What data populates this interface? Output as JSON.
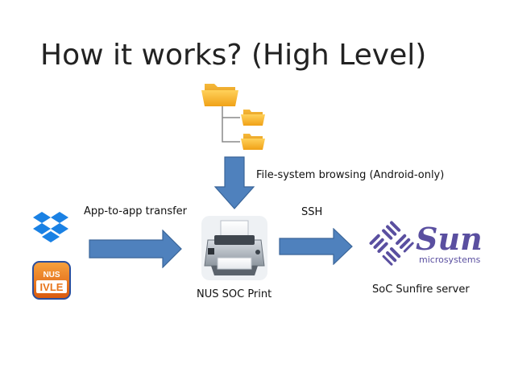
{
  "slide": {
    "title": "How it works? (High Level)"
  },
  "labels": {
    "file_system": "File-system browsing (Android-only)",
    "app_to_app": "App-to-app transfer",
    "ssh": "SSH",
    "nus_soc_print": "NUS SOC Print",
    "sunfire": "SoC Sunfire server"
  },
  "icons": {
    "folder_tree": "folder-tree-icon",
    "dropbox": "dropbox-icon",
    "ivle": "ivle-icon",
    "printer": "printer-icon",
    "sun_logo": "sun-microsystems-logo"
  },
  "logos": {
    "ivle_top": "NUS",
    "ivle_bottom": "IVLE",
    "sun_word": "Sun",
    "sun_sub": "microsystems"
  },
  "colors": {
    "arrow_fill": "#4f81bd",
    "arrow_stroke": "#3a6599",
    "folder": "#f2a81d",
    "dropbox": "#1a81e4",
    "ivle": "#e8751a",
    "sun_purple": "#5a4fa0"
  }
}
